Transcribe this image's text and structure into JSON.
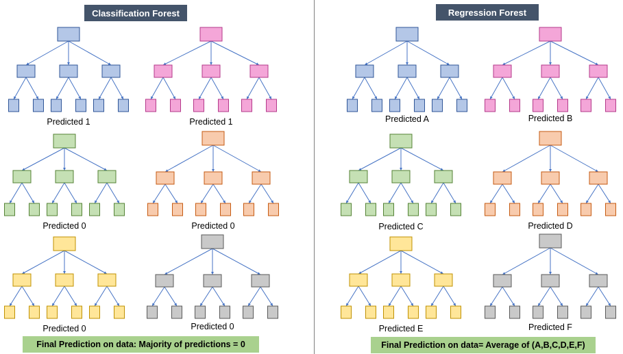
{
  "classification": {
    "title": "Classification Forest",
    "final": "Final Prediction on data: Majority of predictions = 0",
    "trees": [
      {
        "label": "Predicted 1",
        "color": "blue"
      },
      {
        "label": "Predicted 1",
        "color": "pink"
      },
      {
        "label": "Predicted 0",
        "color": "green"
      },
      {
        "label": "Predicted 0",
        "color": "orange"
      },
      {
        "label": "Predicted 0",
        "color": "yellow"
      },
      {
        "label": "Predicted 0",
        "color": "gray"
      }
    ]
  },
  "regression": {
    "title": "Regression Forest",
    "final": "Final Prediction on data= Average of (A,B,C,D,E,F)",
    "trees": [
      {
        "label": "Predicted A",
        "color": "blue"
      },
      {
        "label": "Predicted B",
        "color": "pink"
      },
      {
        "label": "Predicted C",
        "color": "green"
      },
      {
        "label": "Predicted D",
        "color": "orange"
      },
      {
        "label": "Predicted E",
        "color": "yellow"
      },
      {
        "label": "Predicted F",
        "color": "gray"
      }
    ]
  },
  "colors": {
    "blue": {
      "fill": "#b4c7e7",
      "stroke": "#2f5597"
    },
    "pink": {
      "fill": "#f4a6d8",
      "stroke": "#b3398a"
    },
    "green": {
      "fill": "#c5e0b4",
      "stroke": "#548235"
    },
    "orange": {
      "fill": "#f8cbad",
      "stroke": "#c55a11"
    },
    "yellow": {
      "fill": "#ffe699",
      "stroke": "#bf9000"
    },
    "gray": {
      "fill": "#c9c9c9",
      "stroke": "#595959"
    },
    "edge": "#4472c4",
    "title_bg": "#44546a",
    "final_bg": "#a9d18e"
  }
}
